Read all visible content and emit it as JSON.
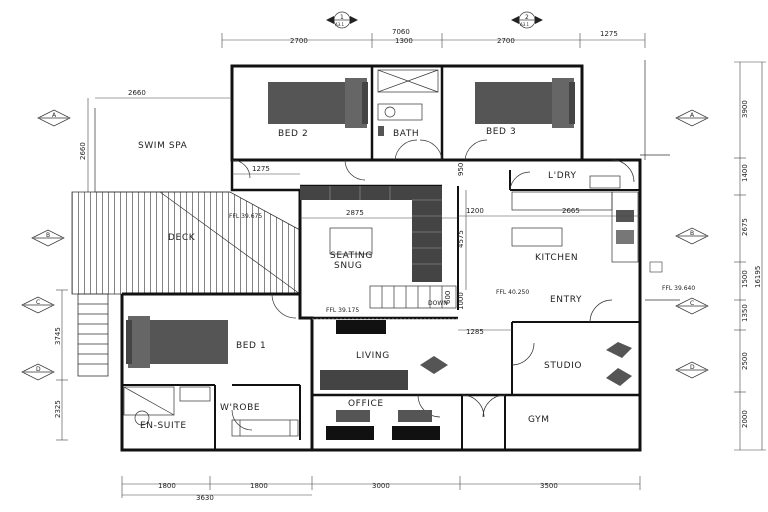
{
  "dimensions": {
    "top_overall": "7060",
    "top_left": "2700",
    "top_mid": "1300",
    "top_right": "2700",
    "top_far_right": "1275",
    "spa_width": "2660",
    "spa_depth": "2660",
    "bed2_offset": "1275",
    "snug_width": "2875",
    "kitchen_width": "2665",
    "kitchen_offset": "1200",
    "snug_depth": "4575",
    "hall_vert": "1000",
    "living_step": "1285",
    "left_side_1": "3745",
    "left_side_2": "2325",
    "right_side_1": "3900",
    "right_side_2": "1400",
    "right_side_3": "2675",
    "right_side_4": "1500",
    "right_side_5": "1350",
    "right_side_6": "2500",
    "right_side_7": "2000",
    "right_overall": "16195",
    "bottom_1": "1800",
    "bottom_2": "1800",
    "bottom_3": "3000",
    "bottom_4": "3500",
    "bottom_overall": "3630",
    "small_950": "950",
    "small_600": "600"
  },
  "rooms": {
    "bed2": "BED 2",
    "bath": "BATH",
    "bed3": "BED 3",
    "swim_spa": "SWIM SPA",
    "laundry": "L'DRY",
    "deck": "DECK",
    "seating_1": "SEATING",
    "seating_2": "SNUG",
    "kitchen": "KITCHEN",
    "entry": "ENTRY",
    "bed1": "BED 1",
    "living": "LIVING",
    "studio": "STUDIO",
    "office": "OFFICE",
    "gym": "GYM",
    "wrobe": "W'ROBE",
    "ensuite": "EN-SUITE"
  },
  "levels": {
    "ffl_deck": "FFL 39.675",
    "ffl_living": "FFL 39.175",
    "ffl_entry": "FFL 40.250",
    "ffl_ext": "FFL 39.640",
    "down_label": "DOWN"
  },
  "section_markers": {
    "top_left": "1",
    "top_right": "2",
    "sheet": "A3.1",
    "a": "A",
    "b": "B",
    "c": "C",
    "d": "D"
  }
}
